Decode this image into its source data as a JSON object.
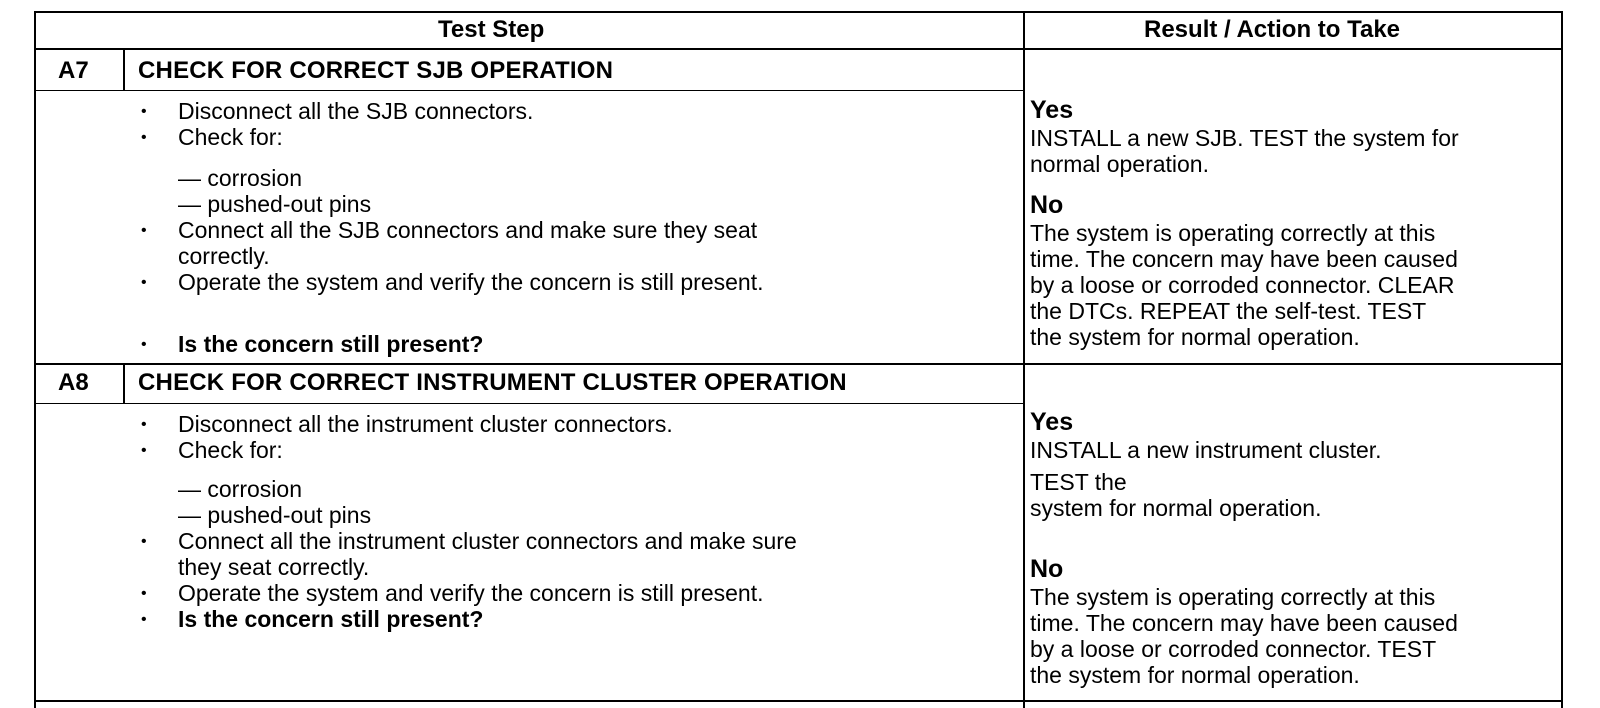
{
  "header": {
    "test_step": "Test Step",
    "result_action": "Result / Action to Take"
  },
  "steps": [
    {
      "id": "A7",
      "title": "CHECK FOR CORRECT SJB OPERATION",
      "lines": [
        "Disconnect all the SJB connectors.",
        "Check for:",
        "— corrosion",
        "— pushed-out pins",
        "Connect all the SJB connectors and make sure they seat",
        "correctly.",
        "Operate the system and verify the concern is still present.",
        "Is the concern still present?"
      ],
      "result": {
        "yes_label": "Yes",
        "yes_lines": [
          "INSTALL a new SJB. TEST the system for",
          "normal operation."
        ],
        "no_label": "No",
        "no_lines": [
          "The system is operating correctly at this",
          "time. The concern may have been caused",
          "by a loose or corroded connector. CLEAR",
          "the DTCs. REPEAT the self-test. TEST",
          "the system for normal operation."
        ]
      }
    },
    {
      "id": "A8",
      "title": "CHECK FOR CORRECT INSTRUMENT CLUSTER OPERATION",
      "lines": [
        "Disconnect all the instrument cluster connectors.",
        "Check for:",
        "— corrosion",
        "— pushed-out pins",
        "Connect all the instrument cluster connectors and make sure",
        "they seat correctly.",
        "Operate the system and verify the concern is still present.",
        "Is the concern still present?"
      ],
      "result": {
        "yes_label": "Yes",
        "yes_lines": [
          "INSTALL a new instrument cluster.",
          "TEST the",
          "system for normal operation."
        ],
        "no_label": "No",
        "no_lines": [
          "The system is operating correctly at this",
          "time. The concern may have been caused",
          "by a loose or corroded connector. TEST",
          "the system for normal operation."
        ]
      }
    }
  ]
}
